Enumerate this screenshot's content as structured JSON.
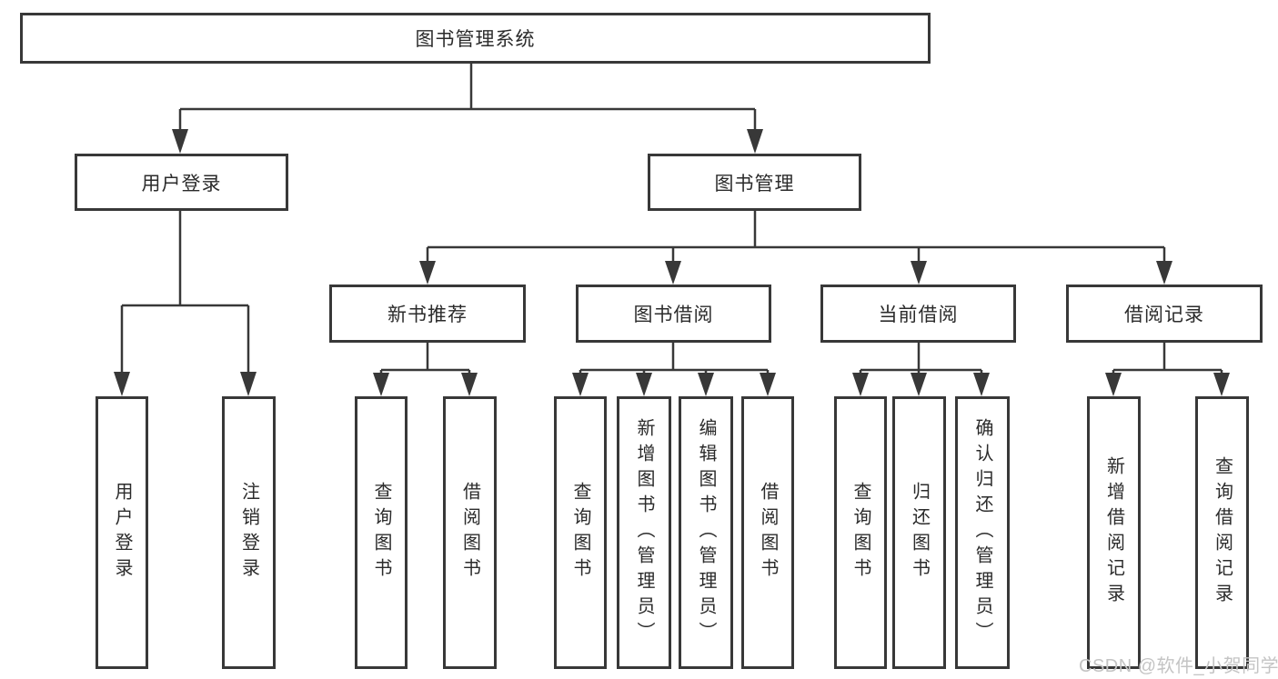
{
  "diagram": {
    "root": {
      "label": "图书管理系统"
    },
    "level2": [
      {
        "label": "用户登录"
      },
      {
        "label": "图书管理"
      }
    ],
    "level3": [
      {
        "label": "新书推荐"
      },
      {
        "label": "图书借阅"
      },
      {
        "label": "当前借阅"
      },
      {
        "label": "借阅记录"
      }
    ],
    "leaves": [
      "用户登录",
      "注销登录",
      "查询图书",
      "借阅图书",
      "查询图书",
      "新增图书（管理员）",
      "编辑图书（管理员）",
      "借阅图书",
      "查询图书",
      "归还图书",
      "确认归还（管理员）",
      "新增借阅记录",
      "查询借阅记录"
    ]
  },
  "watermark": {
    "text": "CSDN @软件_小贺同学"
  },
  "colors": {
    "line": "#383838",
    "text": "#2b2b2b",
    "background": "#ffffff",
    "watermark": "#c4c4c4"
  }
}
